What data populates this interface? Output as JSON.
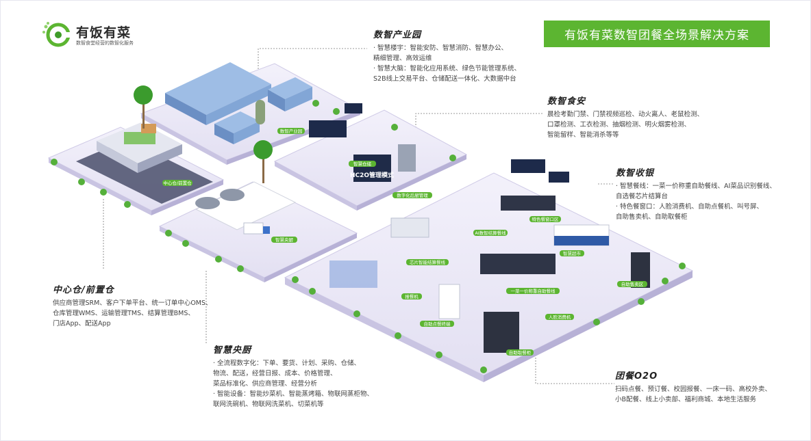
{
  "logo": {
    "name": "有饭有菜",
    "tagline": "数智食堂经营的数智化服务"
  },
  "banner": {
    "title": "有饭有菜数智团餐全场景解决方案"
  },
  "sections": {
    "industrial_park": {
      "title": "数智产业园",
      "lines": [
        "· 智慧楼宇：智能安防、智慧消防、智慧办公、",
        "精细管理、高效运维",
        "· 智慧大脑：智能化应用系统、绿色节能管理系统、",
        "S2B线上交易平台、仓储配送一体化、大数据中台"
      ]
    },
    "food_safety": {
      "title": "数智食安",
      "lines": [
        "晨检考勤门禁、门禁视频巡检、动火离人、老鼠检测、",
        "口罩检测、工衣检测、抽烟检测、明火烟雾检测、",
        "智能留样、智能消杀等等"
      ]
    },
    "cashier": {
      "title": "数智收银",
      "lines": [
        "· 智慧餐线：一菜一价称重自助餐线、AI菜品识别餐线、",
        "自选餐芯片结算台",
        "· 特色餐窗口：人脸消费机、自助点餐机、叫号屏、",
        "自助售卖机、自助取餐柜"
      ]
    },
    "warehouse": {
      "title": "中心仓/前置仓",
      "lines": [
        "供应商管理SRM、客户下单平台、统一订单中心OMS、",
        "仓库管理WMS、运输管理TMS、结算管理BMS、",
        "门店App、配送App"
      ]
    },
    "central_kitchen": {
      "title": "智慧央厨",
      "lines": [
        "· 全流程数字化：下单、要货、计划、采购、仓储、",
        "物流、配送，经营日报、成本、价格管理、",
        "菜品标准化、供应商管理、经营分析",
        "· 智能设备：智能炒菜机、智能蒸烤箱、物联网蒸柜物、",
        "联网洗碗机、物联网洗菜机、切菜机等"
      ]
    },
    "o2o": {
      "title": "团餐O2O",
      "lines": [
        "扫码点餐、预订餐、校园报餐、一床一码、高校外卖、",
        "小B配餐、线上小卖部、福利商城、本地生活服务"
      ]
    }
  },
  "scene_labels": {
    "park": "数智产业园",
    "hub": "中心仓/前置仓",
    "kitchen": "智慧央厨",
    "smart_store": "智慧仓储",
    "kitchen_mgmt": "数字化后厨管理",
    "hc2o": "HC2O管理模式",
    "ai_line": "AI数智结算餐线",
    "special_window": "特色餐窗口区",
    "chip_line": "芯片智能结算餐线",
    "weigh_line": "一菜一价称重自助餐线",
    "supermarket": "智慧超市",
    "vending": "自助售卖区",
    "self_order": "自助点餐终端",
    "face_pay": "人脸消费机",
    "pickup": "自助取餐柜",
    "checkin": "报餐机"
  },
  "colors": {
    "brand_green": "#5cb531",
    "platform": "#eceaf6",
    "platform_edge": "#c9c4e2",
    "road": "#4a4f6b",
    "building": "#8fb3de"
  }
}
